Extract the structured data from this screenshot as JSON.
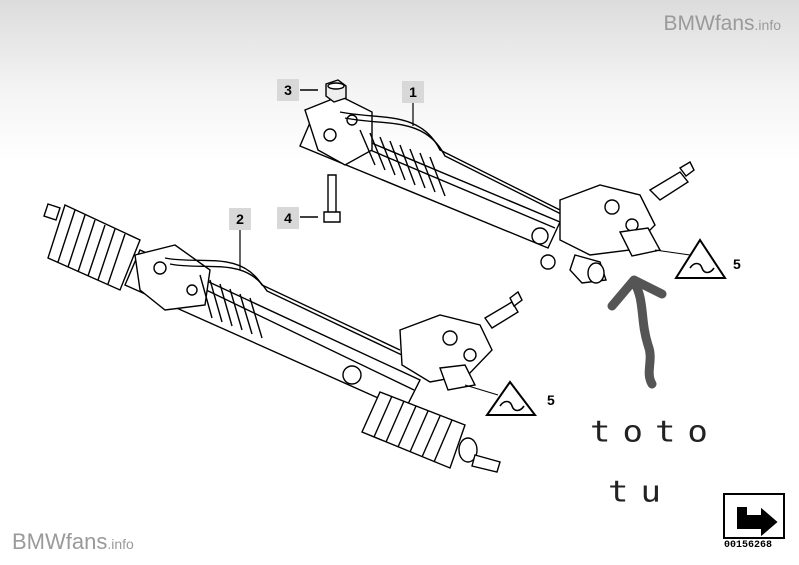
{
  "watermark": {
    "brand": "BMWfans",
    "suffix": ".info"
  },
  "callouts": {
    "one": "1",
    "two": "2",
    "three": "3",
    "four": "4",
    "five_a": "5",
    "five_b": "5"
  },
  "handwritten": {
    "line1": "toto",
    "line2": "tu"
  },
  "part_number": "00156268",
  "colors": {
    "arrow": "#555555",
    "callout_bg": "#d8d8d8",
    "watermark": "#9a9a9a"
  }
}
